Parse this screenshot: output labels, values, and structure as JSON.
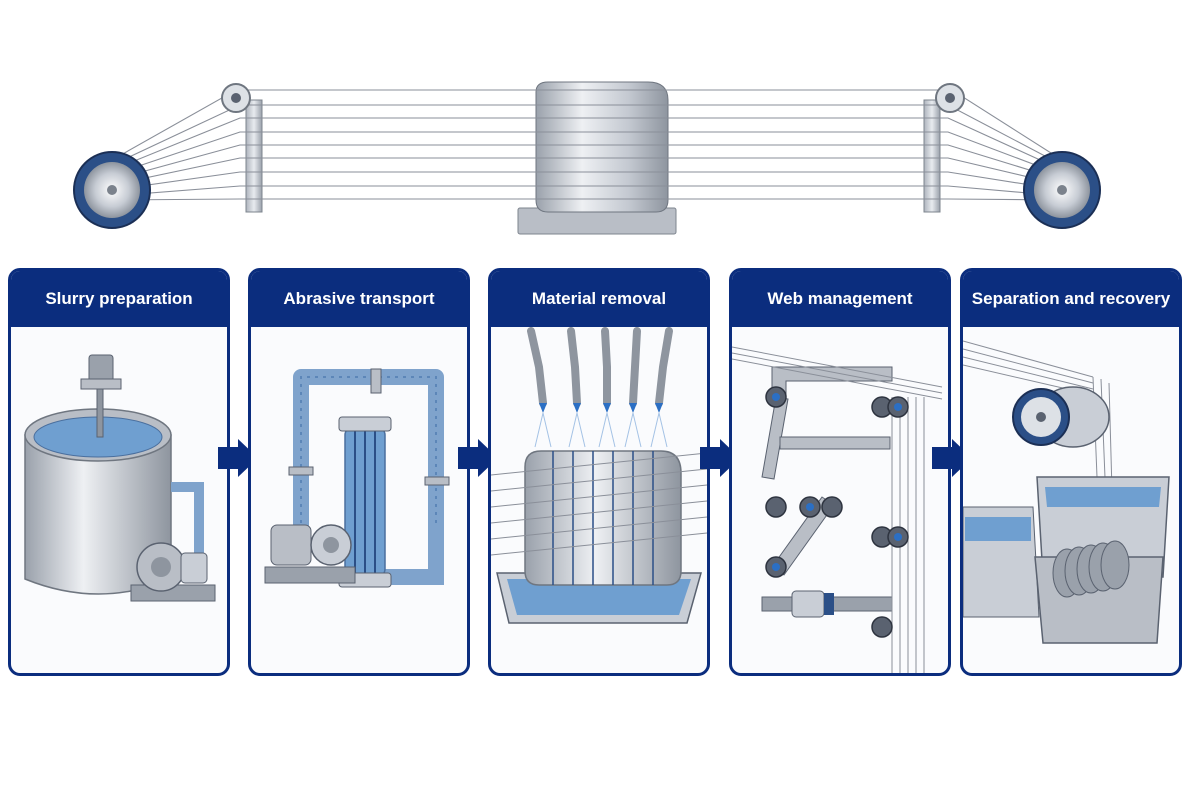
{
  "steps": [
    {
      "label": "Slurry preparation",
      "icon": "mixing-tank-icon"
    },
    {
      "label": "Abrasive transport",
      "icon": "pump-piping-icon"
    },
    {
      "label": "Material removal",
      "icon": "slicing-nozzles-icon"
    },
    {
      "label": "Web management",
      "icon": "guide-pulleys-icon"
    },
    {
      "label": "Separation and recovery",
      "icon": "recovery-tanks-icon"
    }
  ],
  "colors": {
    "header": "#0b2d7e",
    "arrow": "#0b2d7e",
    "steel": "#c9ced6",
    "slurry": "#6f9fd0",
    "wire": "#8a8f99"
  }
}
